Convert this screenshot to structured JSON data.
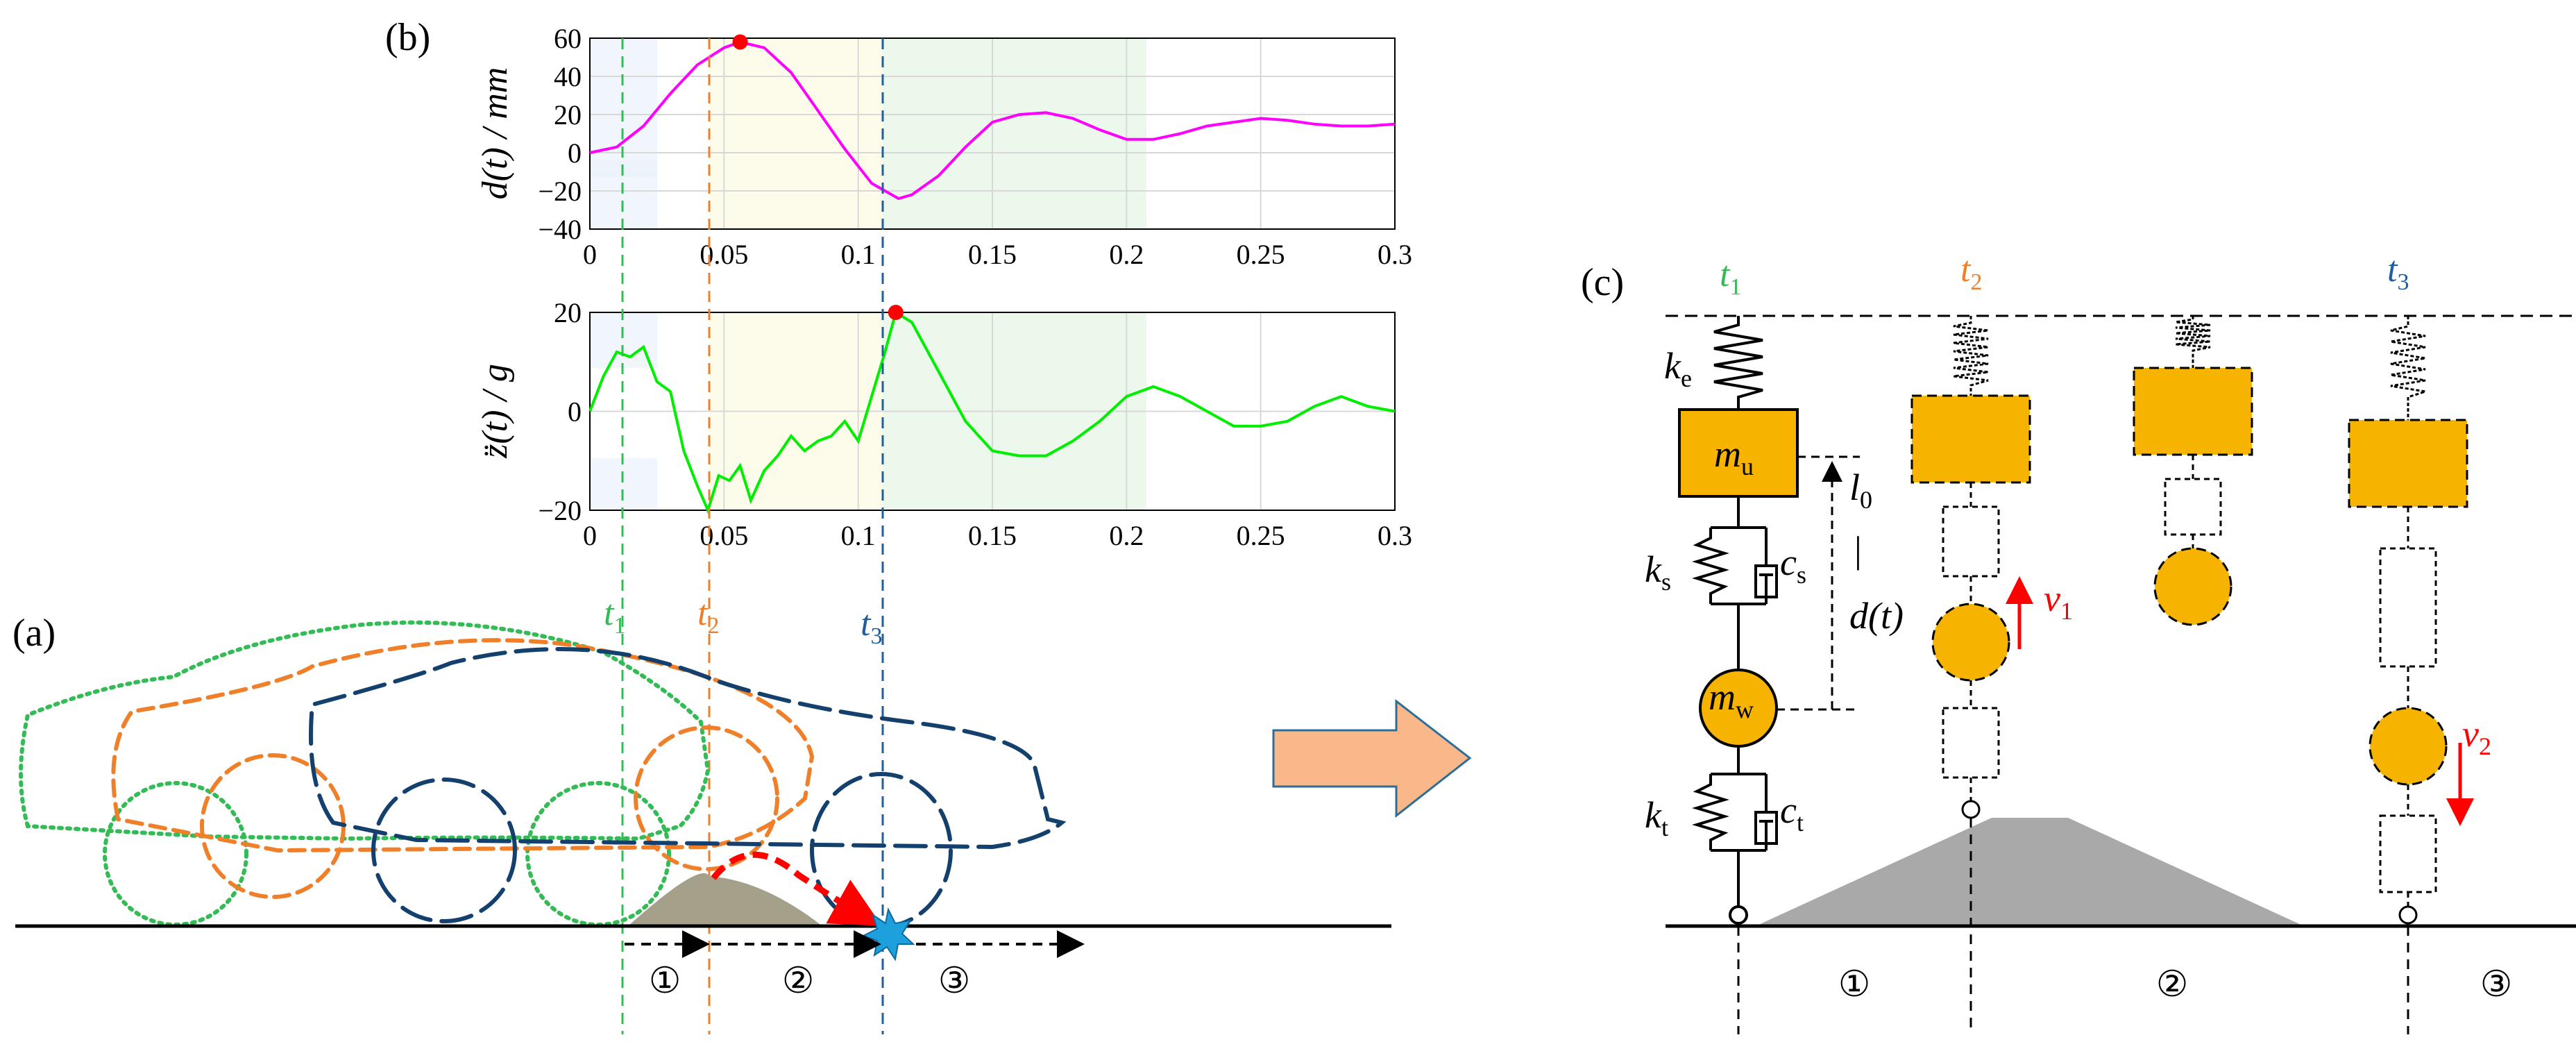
{
  "panel_labels": {
    "a": "(a)",
    "b": "(b)",
    "c": "(c)"
  },
  "chart_data": [
    {
      "type": "line",
      "ylabel": "d(t) / mm",
      "xlim": [
        0,
        0.3
      ],
      "ylim": [
        -40,
        60
      ],
      "xticks": [
        "0",
        "0.05",
        "0.1",
        "0.15",
        "0.2",
        "0.25",
        "0.3"
      ],
      "yticks": [
        "60",
        "40",
        "20",
        "0",
        "−20",
        "−40"
      ],
      "series": [
        {
          "color": "#ff00ff",
          "x": [
            0,
            0.01,
            0.02,
            0.03,
            0.04,
            0.05,
            0.056,
            0.065,
            0.075,
            0.085,
            0.095,
            0.105,
            0.115,
            0.12,
            0.13,
            0.14,
            0.15,
            0.16,
            0.17,
            0.18,
            0.19,
            0.2,
            0.21,
            0.22,
            0.23,
            0.24,
            0.25,
            0.26,
            0.27,
            0.28,
            0.29,
            0.3
          ],
          "y": [
            0,
            3,
            14,
            31,
            46,
            55,
            58,
            55,
            42,
            22,
            2,
            -16,
            -24,
            -22,
            -12,
            3,
            16,
            20,
            21,
            18,
            12,
            7,
            7,
            10,
            14,
            16,
            18,
            17,
            15,
            14,
            14,
            15
          ]
        }
      ],
      "peak": {
        "x": 0.056,
        "y": 58,
        "color": "#ff0000"
      }
    },
    {
      "type": "line",
      "ylabel": "z̈(t) / g",
      "xlim": [
        0,
        0.3
      ],
      "ylim": [
        -20,
        20
      ],
      "xticks": [
        "0",
        "0.05",
        "0.1",
        "0.15",
        "0.2",
        "0.25",
        "0.3"
      ],
      "yticks": [
        "20",
        "0",
        "−20"
      ],
      "series": [
        {
          "color": "#00ee00",
          "x": [
            0,
            0.005,
            0.01,
            0.015,
            0.02,
            0.025,
            0.03,
            0.035,
            0.04,
            0.044,
            0.048,
            0.052,
            0.056,
            0.06,
            0.065,
            0.07,
            0.075,
            0.08,
            0.085,
            0.09,
            0.095,
            0.1,
            0.105,
            0.11,
            0.114,
            0.12,
            0.13,
            0.14,
            0.15,
            0.16,
            0.17,
            0.18,
            0.19,
            0.2,
            0.21,
            0.22,
            0.23,
            0.24,
            0.25,
            0.26,
            0.27,
            0.28,
            0.29,
            0.3
          ],
          "y": [
            0,
            7,
            12,
            11,
            13,
            6,
            4,
            -8,
            -15,
            -20,
            -13,
            -14,
            -11,
            -18,
            -12,
            -9,
            -5,
            -8,
            -6,
            -5,
            -2,
            -6,
            3,
            12,
            20,
            18,
            8,
            -2,
            -8,
            -9,
            -9,
            -6,
            -2,
            3,
            5,
            3,
            0,
            -3,
            -3,
            -2,
            1,
            3,
            1,
            0
          ]
        }
      ],
      "peak": {
        "x": 0.114,
        "y": 20,
        "color": "#ff0000"
      }
    }
  ],
  "time_markers": [
    {
      "label": "t",
      "sub": "1",
      "color": "#33bb55"
    },
    {
      "label": "t",
      "sub": "2",
      "color": "#f07f2a"
    },
    {
      "label": "t",
      "sub": "3",
      "color": "#1f5fa0"
    }
  ],
  "phases": [
    "①",
    "②",
    "③"
  ],
  "model": {
    "ke": {
      "base": "k",
      "sub": "e"
    },
    "mu": {
      "base": "m",
      "sub": "u"
    },
    "ks": {
      "base": "k",
      "sub": "s"
    },
    "cs": {
      "base": "c",
      "sub": "s"
    },
    "mw": {
      "base": "m",
      "sub": "w"
    },
    "kt": {
      "base": "k",
      "sub": "t"
    },
    "ct": {
      "base": "c",
      "sub": "t"
    },
    "l0": {
      "base": "l",
      "sub": "0"
    },
    "sep": "|",
    "dt": "d(t)",
    "v1": {
      "base": "v",
      "sub": "1"
    },
    "v2": {
      "base": "v",
      "sub": "2"
    }
  },
  "colors": {
    "mass_fill": "#f6b400",
    "bump_fill": "#a9a9a9",
    "arrow_block": "#f9b78a",
    "velocity": "#ff0000",
    "car_dark_blue": "#14406e"
  }
}
